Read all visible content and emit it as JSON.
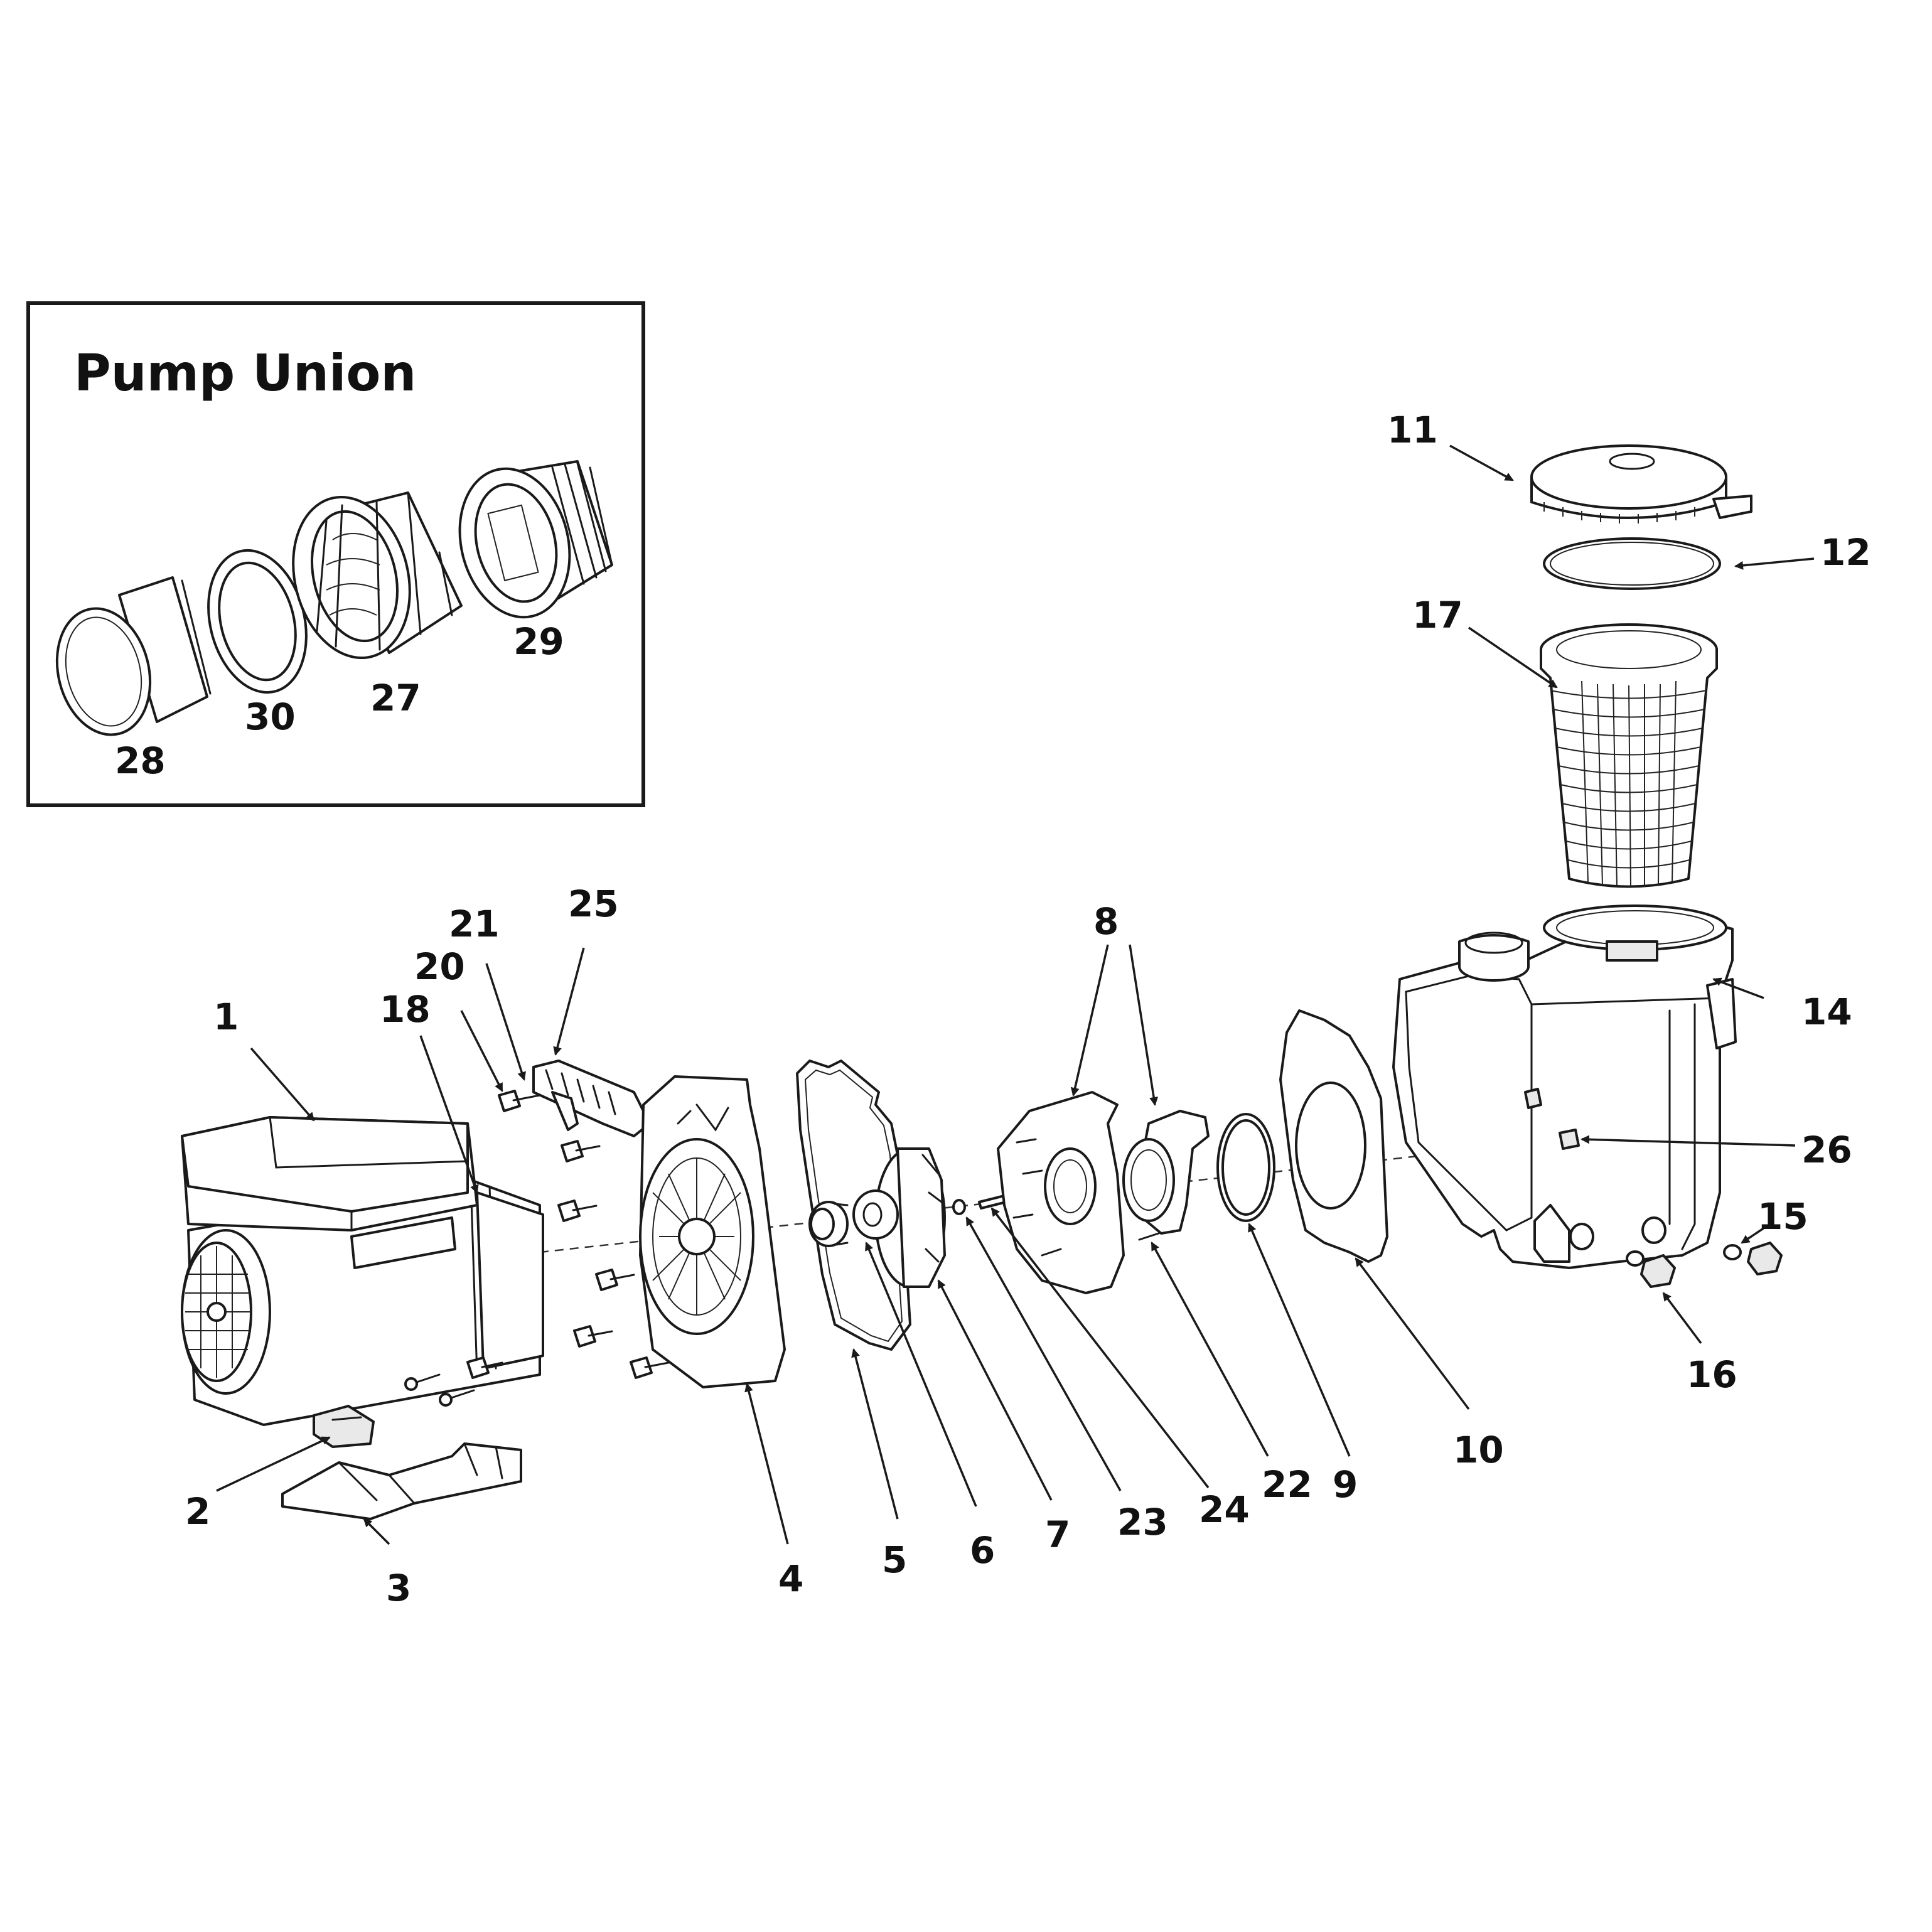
{
  "inset": {
    "title": "Pump Union",
    "callouts": [
      "28",
      "30",
      "27",
      "29"
    ]
  },
  "callouts": {
    "c1": "1",
    "c2": "2",
    "c3": "3",
    "c4": "4",
    "c5": "5",
    "c6": "6",
    "c7": "7",
    "c8": "8",
    "c9": "9",
    "c10": "10",
    "c11": "11",
    "c12": "12",
    "c14": "14",
    "c15": "15",
    "c16": "16",
    "c17": "17",
    "c18": "18",
    "c20": "20",
    "c21": "21",
    "c22": "22",
    "c23": "23",
    "c24": "24",
    "c25": "25",
    "c26": "26"
  },
  "colors": {
    "line": "#1a1a1a",
    "background": "#ffffff",
    "shade": "#e9e9e9"
  }
}
